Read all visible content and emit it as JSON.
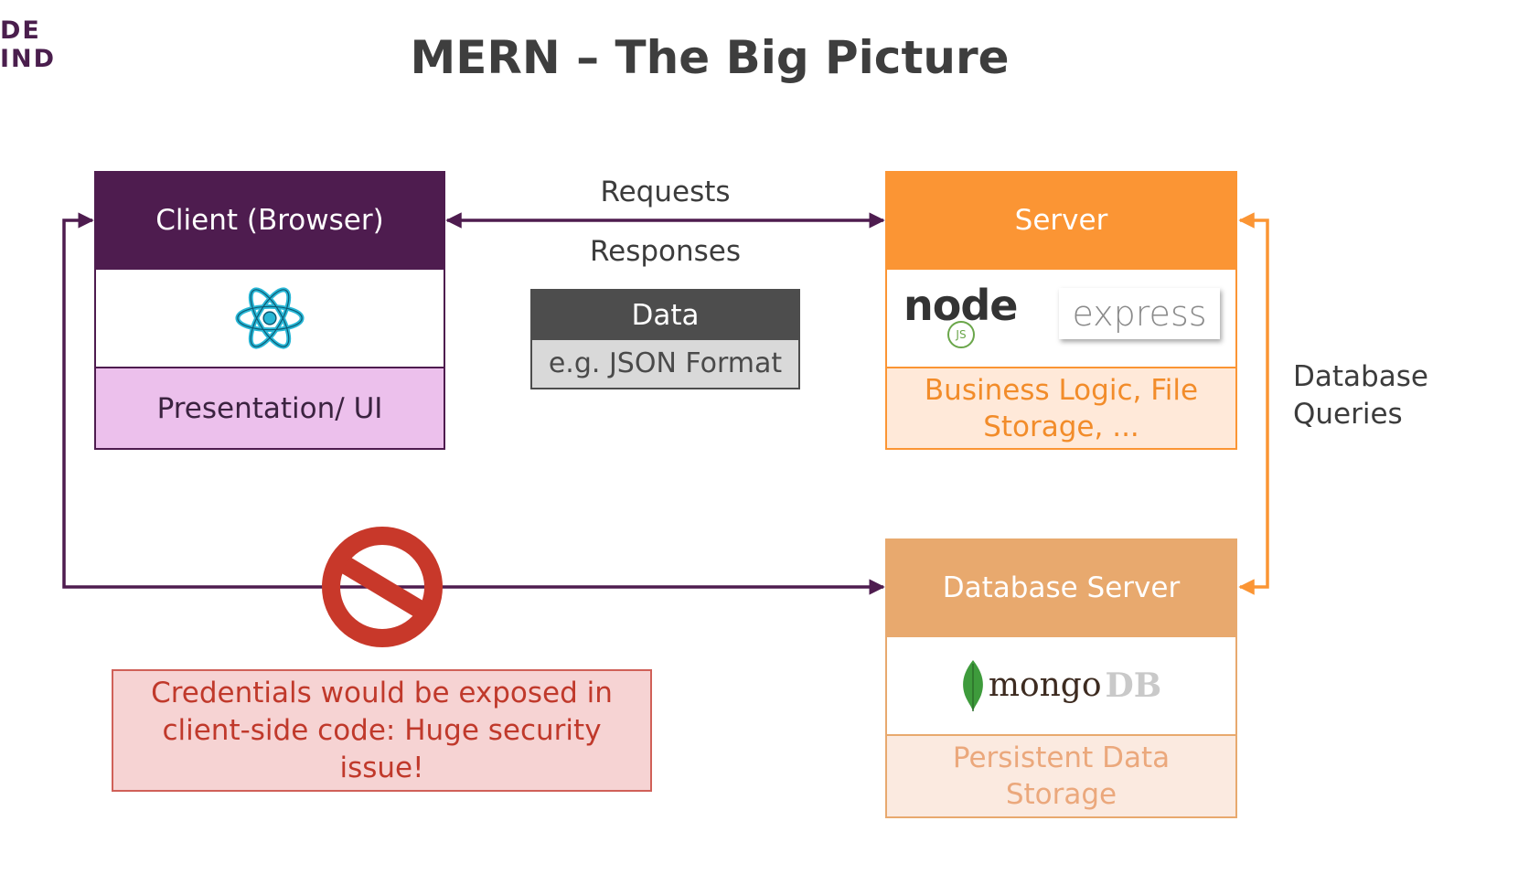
{
  "logo": {
    "line1": "DE",
    "line2": "IND"
  },
  "title": "MERN – The Big Picture",
  "client": {
    "header": "Client (Browser)",
    "icon": "react-icon",
    "footer": "Presentation/ UI"
  },
  "server": {
    "header": "Server",
    "node_logo": "node",
    "node_badge": "JS",
    "express_logo": "express",
    "footer": "Business Logic, File Storage, ..."
  },
  "database": {
    "header": "Database Server",
    "logo": "mongo",
    "logo_suffix": "DB",
    "footer": "Persistent Data Storage"
  },
  "requests_label": "Requests",
  "responses_label": "Responses",
  "data_box": {
    "header": "Data",
    "body": "e.g. JSON Format"
  },
  "db_queries": {
    "line1": "Database",
    "line2": "Queries"
  },
  "warning": {
    "icon": "prohibited-icon",
    "text": "Credentials would be exposed in client-side code: Huge security issue!"
  },
  "colors": {
    "purple": "#4e1c4f",
    "light_purple": "#ecc0ec",
    "orange": "#fb9534",
    "light_orange": "#ffe9d9",
    "tan": "#e8a96e",
    "light_tan": "#fbeae0",
    "red": "#c8382a",
    "light_red": "#f6d3d3",
    "gray": "#4d4d4d"
  }
}
